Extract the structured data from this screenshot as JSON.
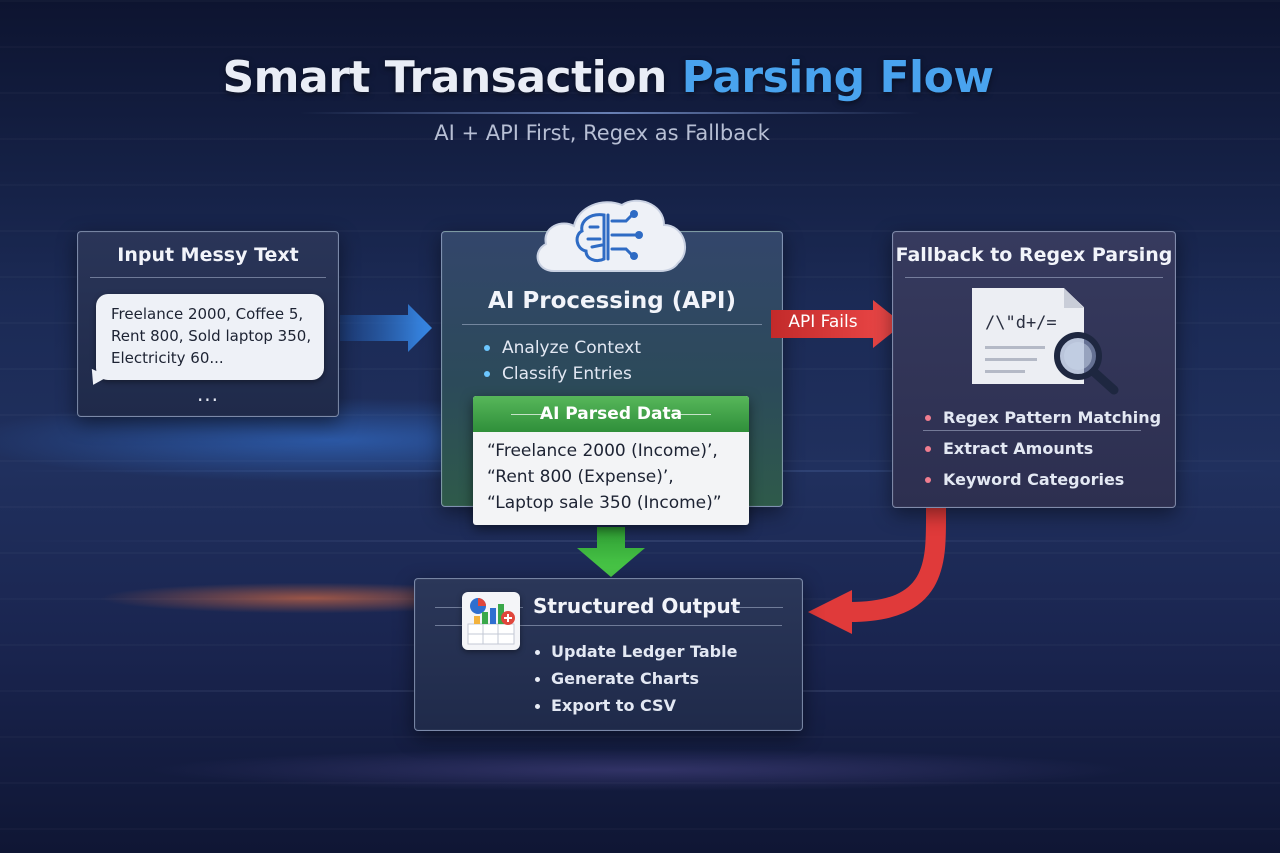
{
  "title": {
    "part1": "Smart Transaction",
    "part2": "Parsing Flow",
    "subtitle": "AI + API First, Regex as Fallback"
  },
  "input_box": {
    "title": "Input Messy Text",
    "text_lines": [
      "Freelance 2000, Coffee 5,",
      "Rent 800, Sold laptop 350,",
      "Electricity 60..."
    ],
    "more": "..."
  },
  "ai_box": {
    "title": "AI Processing (API)",
    "bullets": [
      "Analyze Context",
      "Classify Entries"
    ],
    "parsed": {
      "title": "AI Parsed Data",
      "lines": [
        "“Freelance 2000 (Income)’,",
        "“Rent 800 (Expense)’,",
        "“Laptop sale 350 (Income)”"
      ]
    }
  },
  "api_fails_label": "API Fails",
  "regex_box": {
    "title": "Fallback to Regex Parsing",
    "doc_text": "/\\\"d+/=",
    "bullets": [
      "Regex Pattern Matching",
      "Extract Amounts",
      "Keyword Categories"
    ]
  },
  "output_box": {
    "title": "Structured Output",
    "bullets": [
      "Update Ledger Table",
      "Generate Charts",
      "Export to CSV"
    ]
  },
  "colors": {
    "title_accent": "#49a3ee",
    "blue_arrow": "#2f86e6",
    "green_arrow": "#3dbb3d",
    "red_arrow": "#e03a3a",
    "parsed_header": "#3a9c44"
  },
  "icons": [
    "cloud-brain-icon",
    "document-icon",
    "magnifier-icon",
    "spreadsheet-icon"
  ]
}
